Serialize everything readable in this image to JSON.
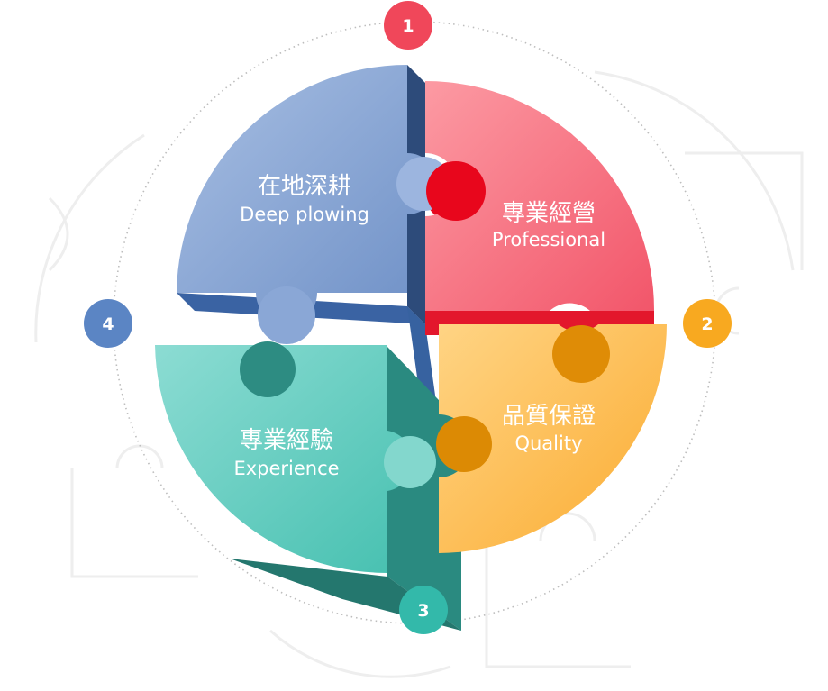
{
  "quadrants": [
    {
      "number": "1",
      "title_zh": "專業經營",
      "title_en": "Professional",
      "color": "#f45d6e"
    },
    {
      "number": "2",
      "title_zh": "品質保證",
      "title_en": "Quality",
      "color": "#fbb33a"
    },
    {
      "number": "3",
      "title_zh": "專業經驗",
      "title_en": "Experience",
      "color": "#3fc0b1"
    },
    {
      "number": "4",
      "title_zh": "在地深耕",
      "title_en": "Deep plowing",
      "color": "#6b8fc8"
    }
  ]
}
